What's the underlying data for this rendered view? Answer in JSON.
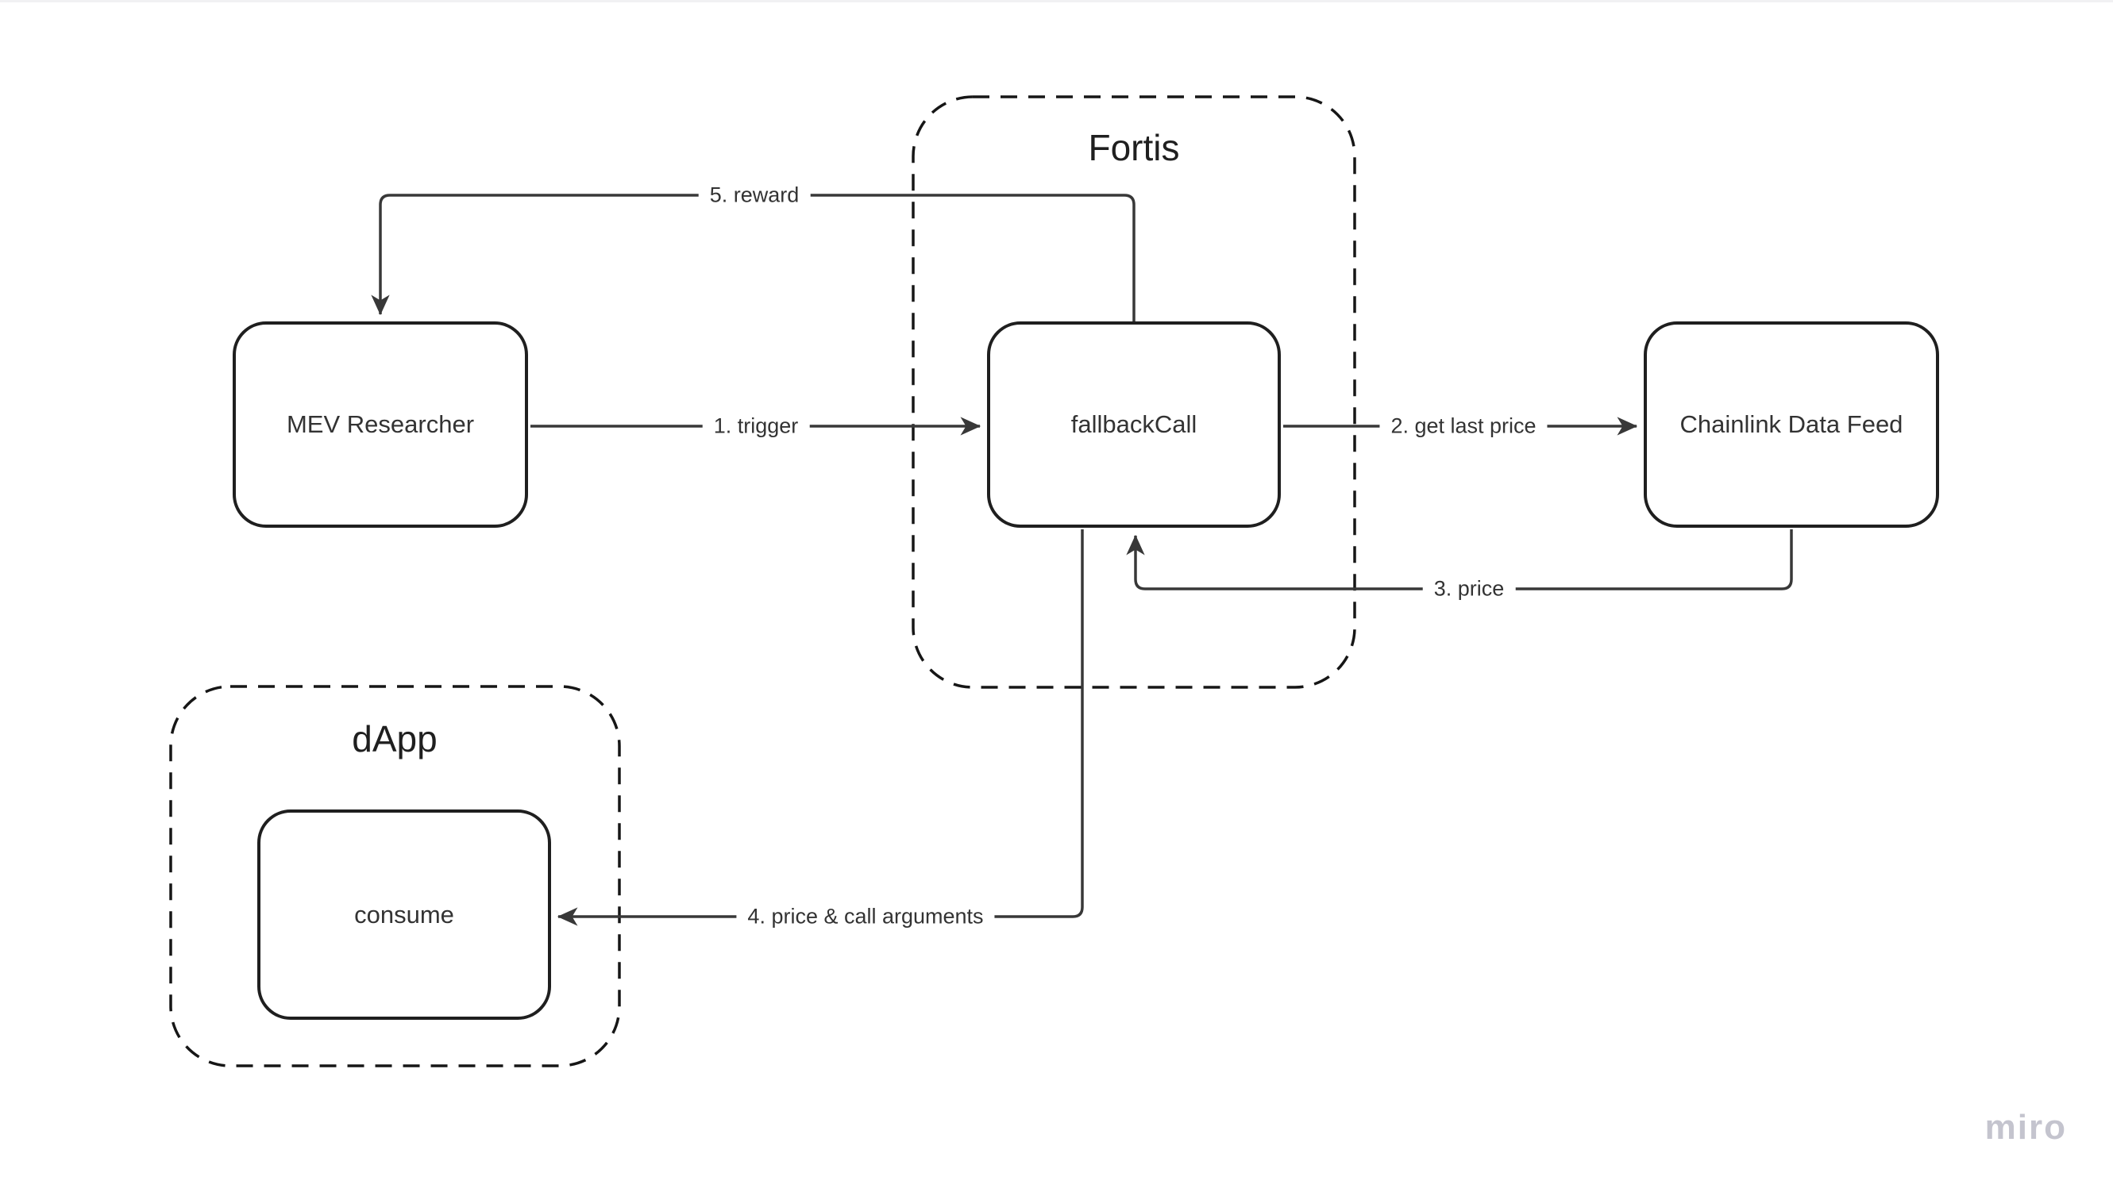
{
  "diagram": {
    "groups": [
      {
        "id": "fortis",
        "title": "Fortis"
      },
      {
        "id": "dapp",
        "title": "dApp"
      }
    ],
    "nodes": [
      {
        "id": "mev-researcher",
        "label": "MEV Researcher"
      },
      {
        "id": "fallback-call",
        "label": "fallbackCall"
      },
      {
        "id": "chainlink-data-feed",
        "label": "Chainlink Data Feed"
      },
      {
        "id": "consume",
        "label": "consume"
      }
    ],
    "edges": [
      {
        "id": "trigger",
        "label": "1. trigger"
      },
      {
        "id": "get-last-price",
        "label": "2. get last price"
      },
      {
        "id": "price",
        "label": "3. price"
      },
      {
        "id": "price-args",
        "label": "4. price & call arguments"
      },
      {
        "id": "reward",
        "label": "5. reward"
      }
    ]
  },
  "watermark": {
    "label": "miro"
  },
  "colors": {
    "background": "#ffffff",
    "line": "#383838",
    "box_border": "#1f1f1f",
    "dash_border": "#161616",
    "label": "#333333",
    "title": "#1f1f1f",
    "watermark": "#c4c4ce",
    "top_edge": "#f1f1f3"
  }
}
